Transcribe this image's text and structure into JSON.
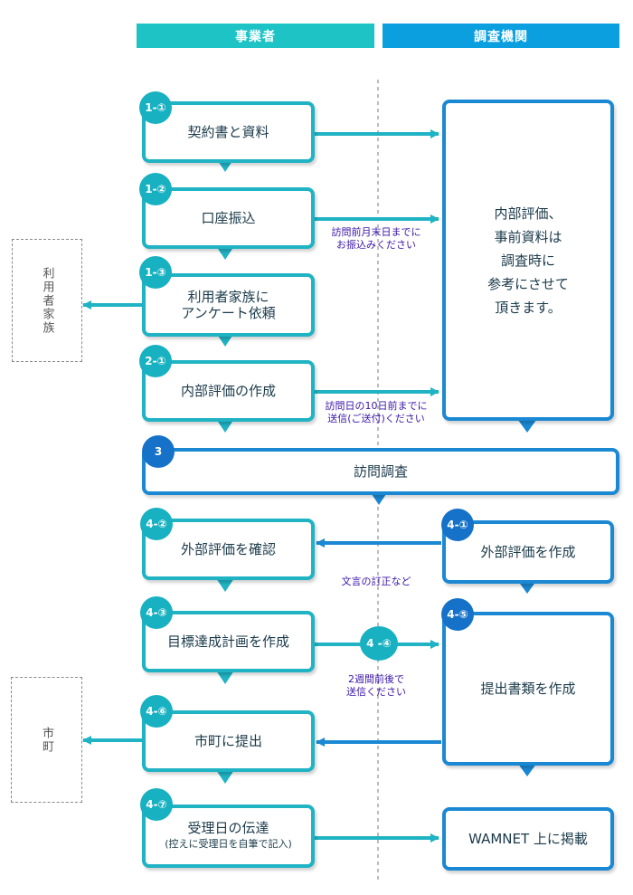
{
  "headers": {
    "left": "事業者",
    "right": "調査機関"
  },
  "side_boxes": {
    "family": "利用者家族",
    "city": "市町"
  },
  "steps": {
    "s1_1": {
      "badge": "1-①",
      "label": "契約書と資料"
    },
    "s1_2": {
      "badge": "1-②",
      "label": "口座振込"
    },
    "s1_3": {
      "badge": "1-③",
      "line1": "利用者家族に",
      "line2": "アンケート依頼"
    },
    "s2_1": {
      "badge": "2-①",
      "label": "内部評価の作成"
    },
    "s3": {
      "badge": "3",
      "label": "訪問調査"
    },
    "s4_2": {
      "badge": "4-②",
      "label": "外部評価を確認"
    },
    "s4_3": {
      "badge": "4-③",
      "label": "目標達成計画を作成"
    },
    "s4_6": {
      "badge": "4-⑥",
      "label": "市町に提出"
    },
    "s4_7": {
      "badge": "4-⑦",
      "line1": "受理日の伝達",
      "line2": "(控えに受理日を自筆で記入)"
    },
    "s4_1": {
      "badge": "4-①",
      "label": "外部評価を作成"
    },
    "s4_4": {
      "badge": "4 -④"
    },
    "s4_5": {
      "badge": "4-⑤",
      "label": "提出書類を作成"
    },
    "wamnet": {
      "label": "WAMNET 上に掲載"
    },
    "agency_big": {
      "lines": [
        "内部評価、",
        "事前資料は",
        "調査時に",
        "参考にさせて",
        "頂きます。"
      ]
    }
  },
  "notes": {
    "transfer": {
      "line1": "訪問前月末日までに",
      "line2": "お振込みください"
    },
    "send_eval": {
      "line1": "訪問日の10日前までに",
      "line2": "送信(ご送付)ください"
    },
    "correction": {
      "line1": "文言の訂正など"
    },
    "two_weeks": {
      "line1": "2週間前後で",
      "line2": "送信ください"
    }
  },
  "colors": {
    "teal": "#1fb3c4",
    "blue": "#1a88d2",
    "header_left": "#1ec3c6",
    "header_right": "#0b9fe0",
    "note_text": "#3a16a8"
  }
}
